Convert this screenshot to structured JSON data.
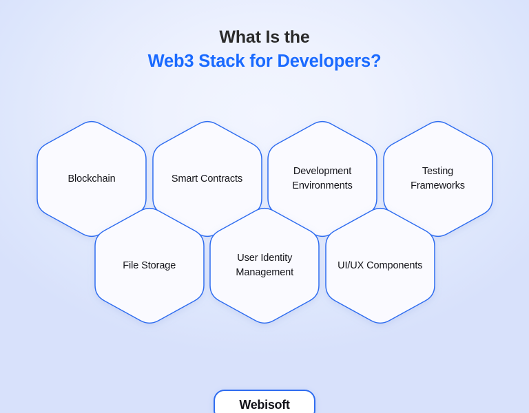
{
  "heading": {
    "line1": "What Is the",
    "line2": "Web3 Stack for Developers?"
  },
  "hexagons": [
    {
      "label": "Blockchain",
      "row": "top"
    },
    {
      "label": "Smart Contracts",
      "row": "top"
    },
    {
      "label": "Development Environments",
      "row": "top"
    },
    {
      "label": "Testing Frameworks",
      "row": "top"
    },
    {
      "label": "File Storage",
      "row": "bottom"
    },
    {
      "label": "User Identity Management",
      "row": "bottom"
    },
    {
      "label": "UI/UX Components",
      "row": "bottom"
    }
  ],
  "footer": {
    "brand": "Webisoft"
  },
  "colors": {
    "accent_blue": "#2f6df0",
    "title_blue": "#1a6aff",
    "title_dark": "#2b2b2b",
    "hex_fill": "#fafaff",
    "background_edge": "#d8e1fb",
    "background_center": "#f2f5ff"
  }
}
